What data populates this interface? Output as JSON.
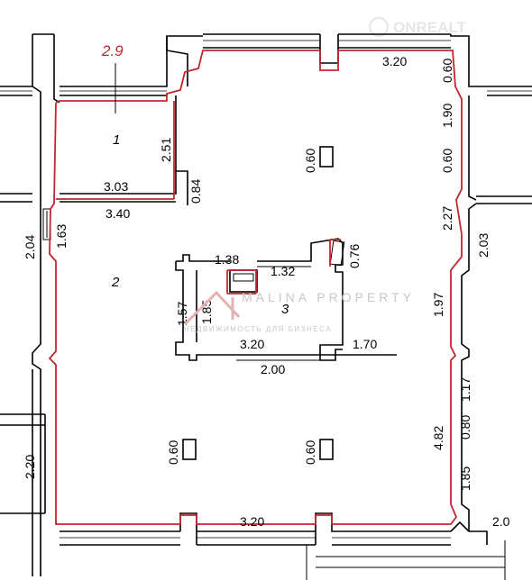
{
  "area_label": "2.9",
  "rooms": [
    "1",
    "2",
    "3"
  ],
  "dimensions": {
    "top_width": "3.20",
    "right_top": "0.60",
    "right_1": "1.90",
    "right_col": "0.60",
    "right_2": "2.27",
    "outer_right": "2.03",
    "right_3": "1.97",
    "right_outer_1": "1.17",
    "right_outer_2": "0.80",
    "right_outer_3": "1.85",
    "right_4": "4.82",
    "bottom_width": "3.20",
    "bottom_right": "2.0",
    "col_top": "0.60",
    "col_bl": "0.60",
    "col_br": "0.60",
    "r1_height": "2.51",
    "r1_step": "0.84",
    "r1_width": "3.03",
    "r1_width2": "3.40",
    "left_1": "2.04",
    "left_2": "1.63",
    "left_outer": "2.20",
    "c_top_left": "1.38",
    "c_top_mid": "1.32",
    "c_shaft": "0.76",
    "c_left_1": "1.57",
    "c_left_2": "1.85",
    "c_bottom": "3.20",
    "c_bottom2": "2.00",
    "c_bottom_right": "1.70"
  },
  "watermark": {
    "line1": "MALINA PROPERTY",
    "line2": "НЕДВИЖИМОСТЬ ДЛЯ БИЗНЕСА",
    "corner": "ONREALT"
  },
  "colors": {
    "outline": "#c0272d",
    "wall": "#000000",
    "watermark": "#c7c7c7"
  }
}
